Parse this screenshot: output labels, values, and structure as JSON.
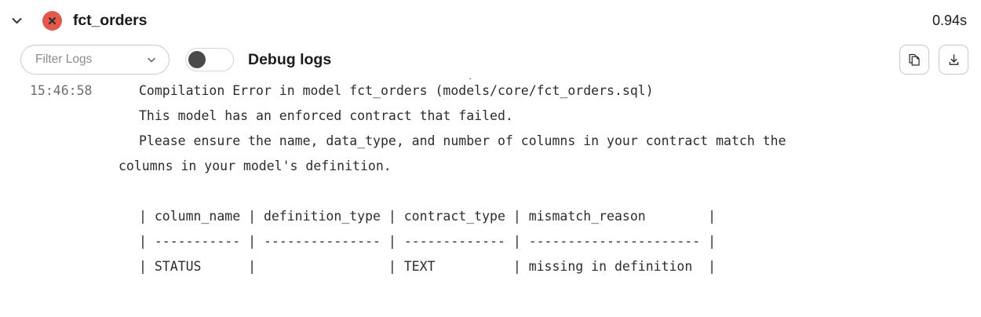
{
  "header": {
    "chevron_icon": "chevron-down-icon",
    "status_icon": "error-circle-x-icon",
    "status_color": "#e2584a",
    "title": "fct_orders",
    "duration": "0.94s"
  },
  "toolbar": {
    "filter": {
      "placeholder": "Filter Logs",
      "value": "",
      "chevron_icon": "chevron-down-icon"
    },
    "debug_toggle": {
      "label": "Debug logs",
      "state": "off",
      "knob_color": "#4a4a4a"
    },
    "copy_button": {
      "icon": "copy-icon"
    },
    "download_button": {
      "icon": "download-icon"
    }
  },
  "log": {
    "clipped_top_line": "—                              —          .",
    "entries": [
      {
        "timestamp": "15:46:58",
        "lines": [
          "Compilation Error in model fct_orders (models/core/fct_orders.sql)",
          "This model has an enforced contract that failed.",
          "Please ensure the name, data_type, and number of columns in your contract match the"
        ],
        "wrapped_line": "columns in your model's definition.",
        "table": {
          "header": "| column_name | definition_type | contract_type | mismatch_reason        |",
          "separator": "| ----------- | --------------- | ------------- | ---------------------- |",
          "rows": [
            "| STATUS      |                 | TEXT          | missing in definition  |"
          ]
        }
      }
    ]
  }
}
